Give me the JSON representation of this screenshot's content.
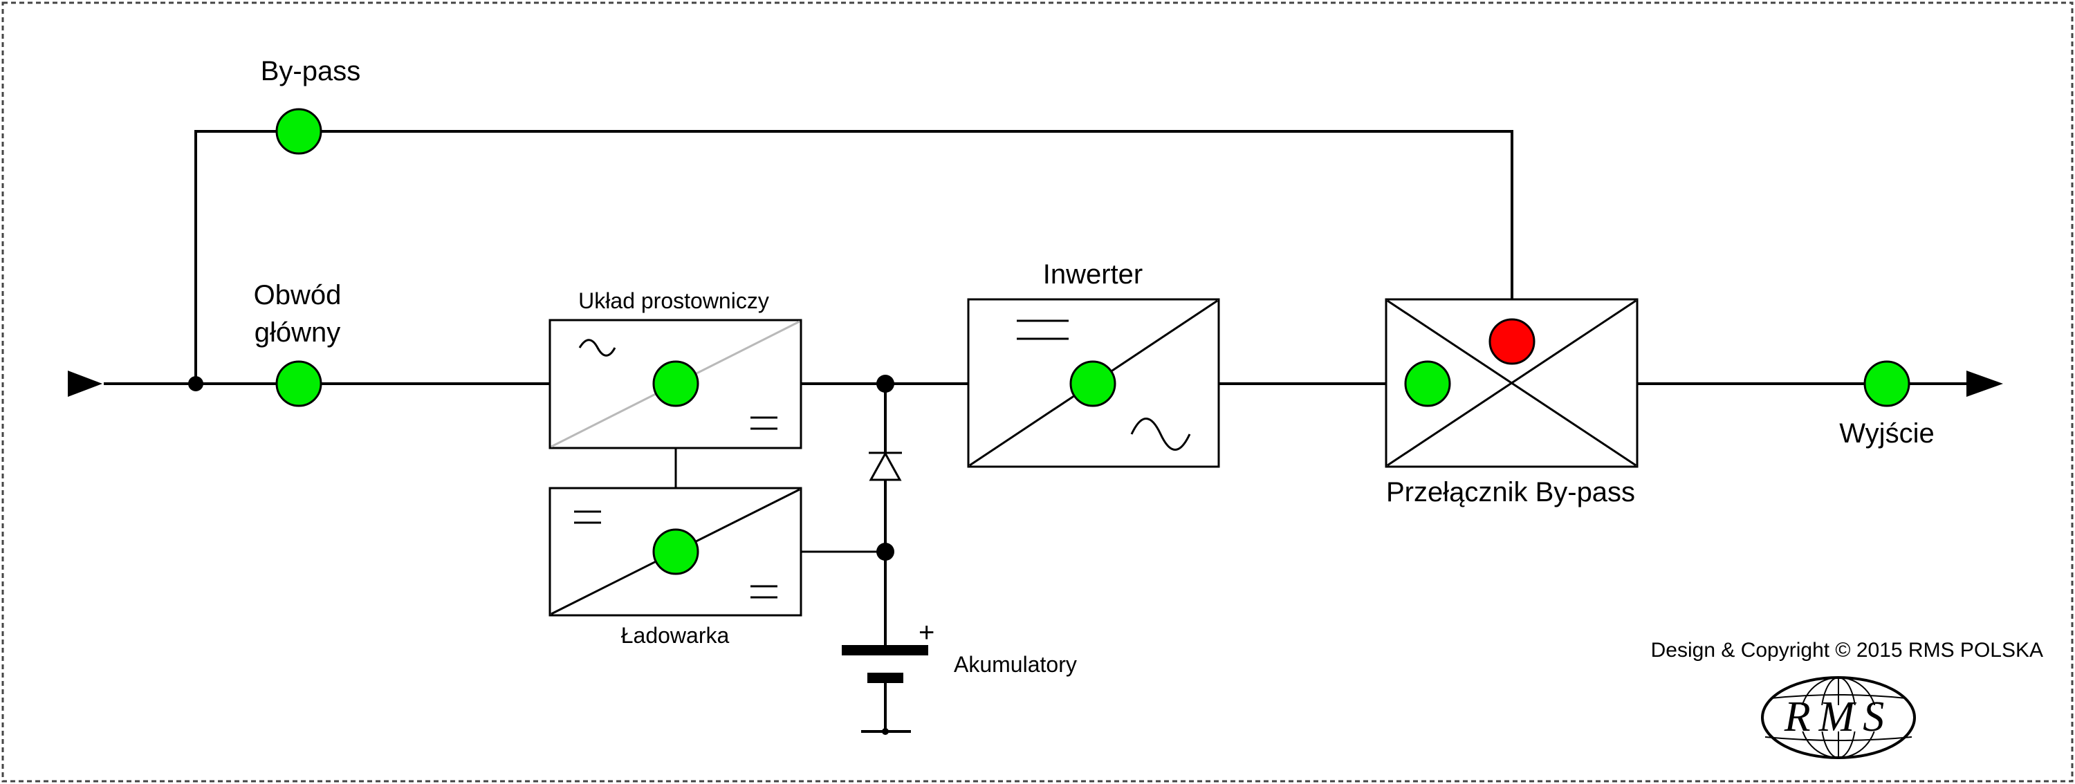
{
  "labels": {
    "bypass": "By-pass",
    "main_circuit_line1": "Obwód",
    "main_circuit_line2": "główny",
    "rectifier": "Układ prostowniczy",
    "charger": "Ładowarka",
    "inverter": "Inwerter",
    "bypass_switch": "Przełącznik By-pass",
    "output": "Wyjście",
    "batteries": "Akumulatory",
    "battery_polarity": "+",
    "copyright": "Design & Copyright © 2015 RMS POLSKA",
    "logo_text": "RMS"
  },
  "indicators": {
    "bypass": "green",
    "main_circuit": "green",
    "rectifier": "green",
    "charger": "green",
    "inverter": "green",
    "bypass_switch_inverter_side": "green",
    "bypass_switch_bypass_side": "red",
    "output": "green"
  },
  "colors": {
    "ok": "#00ee00",
    "alarm": "#ff0000",
    "line": "#000000",
    "frame_border": "#444444"
  },
  "icons": {
    "ac": "sine-wave-icon",
    "dc": "dc-symbol-icon"
  }
}
